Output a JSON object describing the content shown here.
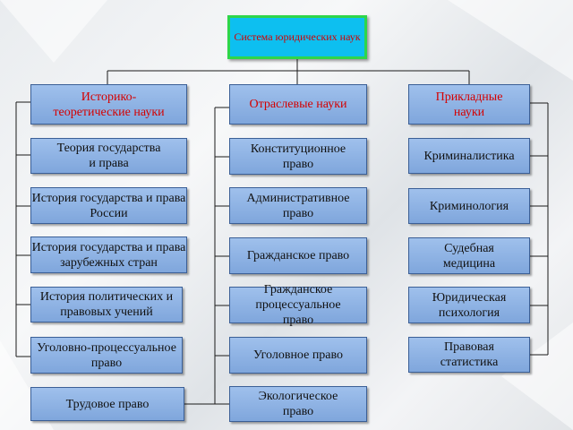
{
  "title": "Система юридических наук",
  "categories": [
    {
      "label": "Историко-теоретические науки",
      "items": [
        "Теория государства и права",
        "История государства и права России",
        "История государства и права зарубежных стран",
        "История политических и правовых учений",
        "Уголовно-процессуальное право",
        "Трудовое право"
      ]
    },
    {
      "label": "Отраслевые науки",
      "items": [
        "Конституционное право",
        "Административное право",
        "Гражданское право",
        "Гражданское процессуальное право",
        "Уголовное право",
        "Экологическое право"
      ]
    },
    {
      "label": "Прикладные науки",
      "items": [
        "Криминалистика",
        "Криминология",
        "Судебная медицина",
        "Юридическая психология",
        "Правовая статистика"
      ]
    }
  ],
  "colors": {
    "box_fill": "#8fb4e6",
    "box_border": "#3b5f96",
    "title_fill": "#0dbff0",
    "title_border": "#2ed64a",
    "heading_text": "#d40000",
    "connector": "#1a1a1a"
  }
}
